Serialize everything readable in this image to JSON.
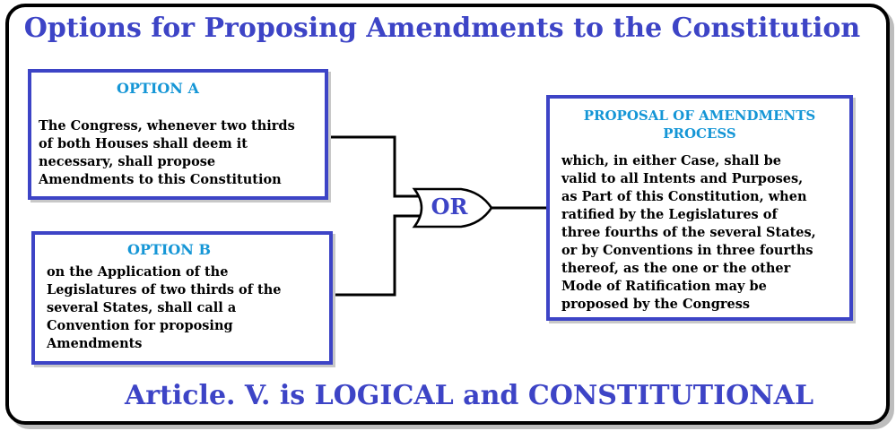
{
  "title": "Options for Proposing Amendments to the Constitution",
  "footer": "Article. V. is LOGICAL and CONSTITUTIONAL",
  "option_a": {
    "heading": "OPTION A",
    "lines": [
      "The Congress, whenever two thirds",
      "of both Houses shall deem it",
      "necessary, shall propose",
      "Amendments to this Constitution"
    ]
  },
  "option_b": {
    "heading": "OPTION B",
    "lines": [
      "on the Application of the",
      "Legislatures of two thirds of the",
      "several States, shall call a",
      "Convention for proposing",
      "Amendments"
    ]
  },
  "gate": {
    "label": "OR"
  },
  "result": {
    "heading_lines": [
      "PROPOSAL OF AMENDMENTS",
      "PROCESS"
    ],
    "lines": [
      "which, in either Case, shall be",
      "valid to all Intents and Purposes,",
      "as Part of this Constitution, when",
      "ratified by the Legislatures of",
      "three fourths of the several States,",
      "or by Conventions in three fourths",
      "thereof, as the one or the other",
      "Mode of Ratification may be",
      "proposed by the Congress"
    ]
  },
  "colors": {
    "accent": "#3d44c6",
    "heading": "#1596d6",
    "text": "#000000",
    "frame": "#000000"
  }
}
